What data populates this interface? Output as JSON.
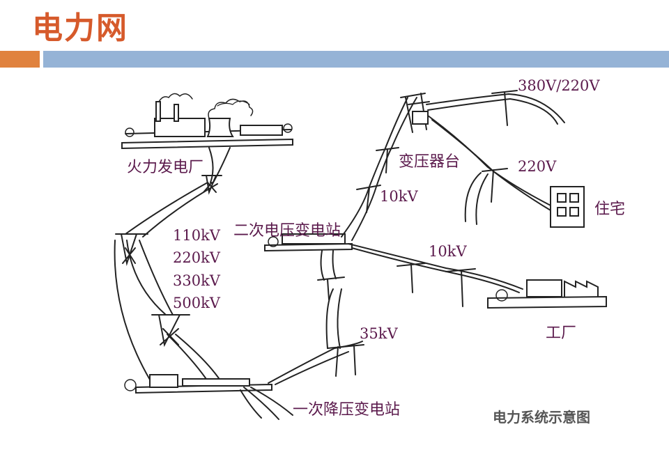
{
  "title": "电力网",
  "caption": "电力系统示意图",
  "labels": {
    "thermal_plant": "火力发电厂",
    "secondary_substation": "二次电压变电站",
    "primary_substation": "一次降压变电站",
    "transformer_platform": "变压器台",
    "residence": "住宅",
    "factory": "工厂"
  },
  "voltages": {
    "v110": "110kV",
    "v220": "220kV",
    "v330": "330kV",
    "v500": "500kV",
    "v35": "35kV",
    "v10_a": "10kV",
    "v10_b": "10kV",
    "v380_220": "380V/220V",
    "v220v": "220V"
  },
  "colors": {
    "title": "#d65a2b",
    "label": "#5b1a4c",
    "bar_orange": "#e0823e",
    "bar_blue": "#95b3d6"
  }
}
